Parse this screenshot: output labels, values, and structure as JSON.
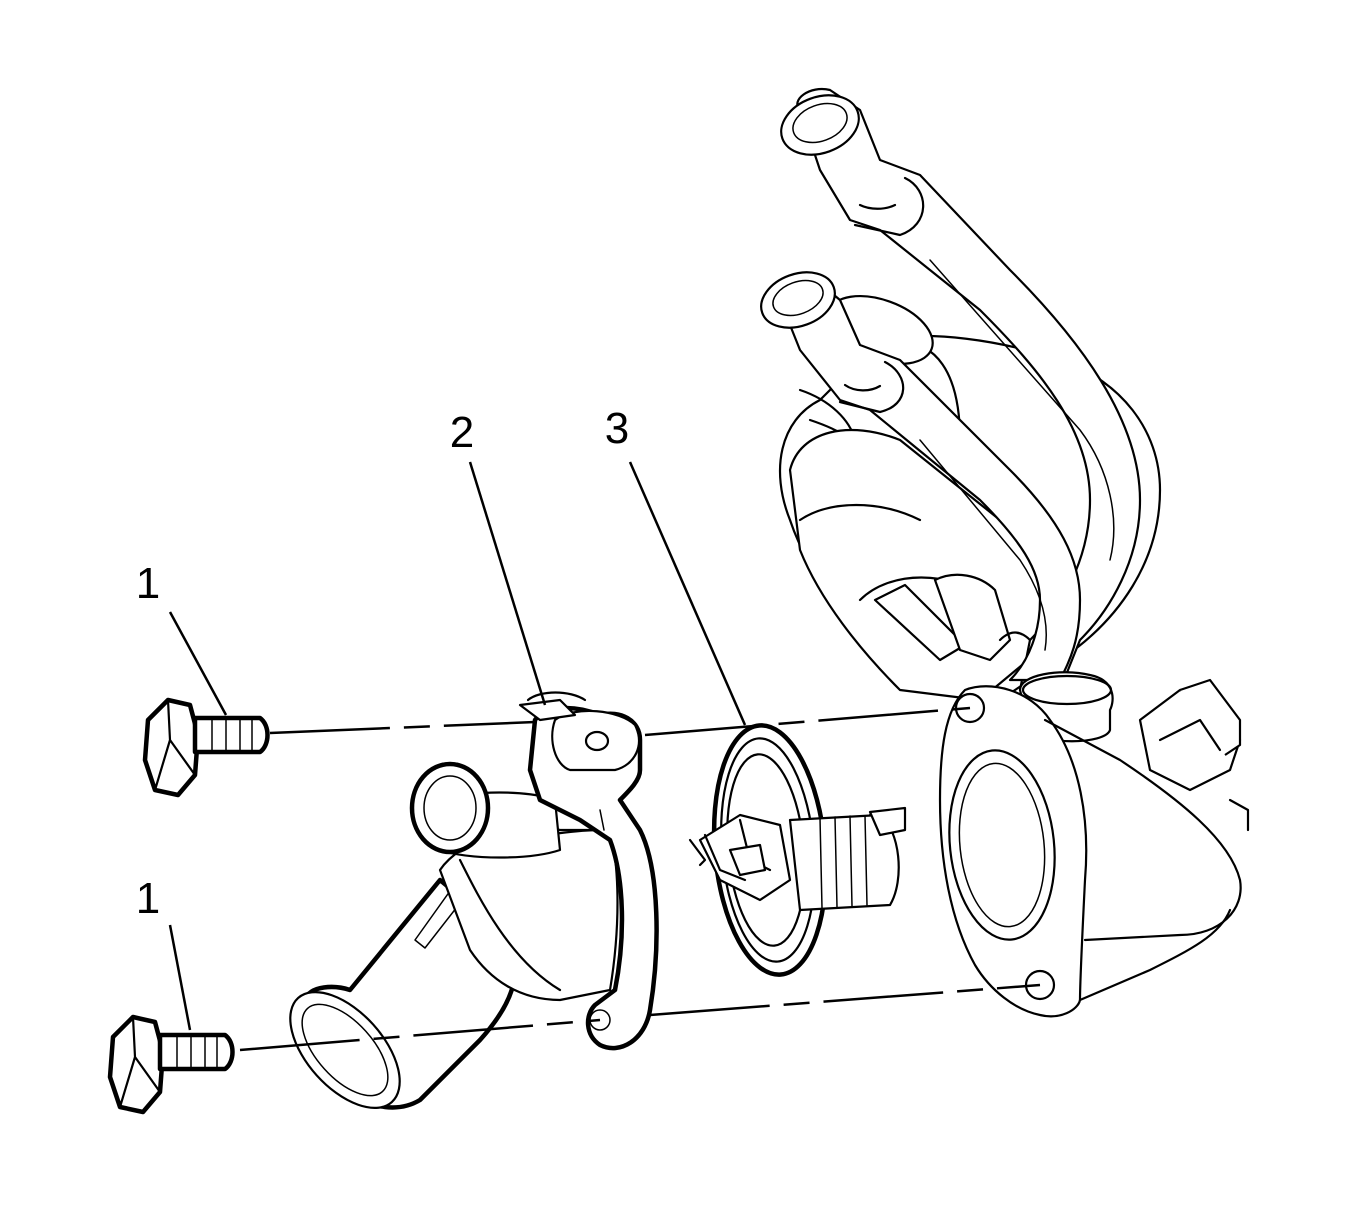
{
  "callouts": [
    {
      "id": "bolt-upper",
      "label": "1"
    },
    {
      "id": "bolt-lower",
      "label": "1"
    },
    {
      "id": "thermostat-housing",
      "label": "2"
    },
    {
      "id": "thermostat",
      "label": "3"
    }
  ]
}
